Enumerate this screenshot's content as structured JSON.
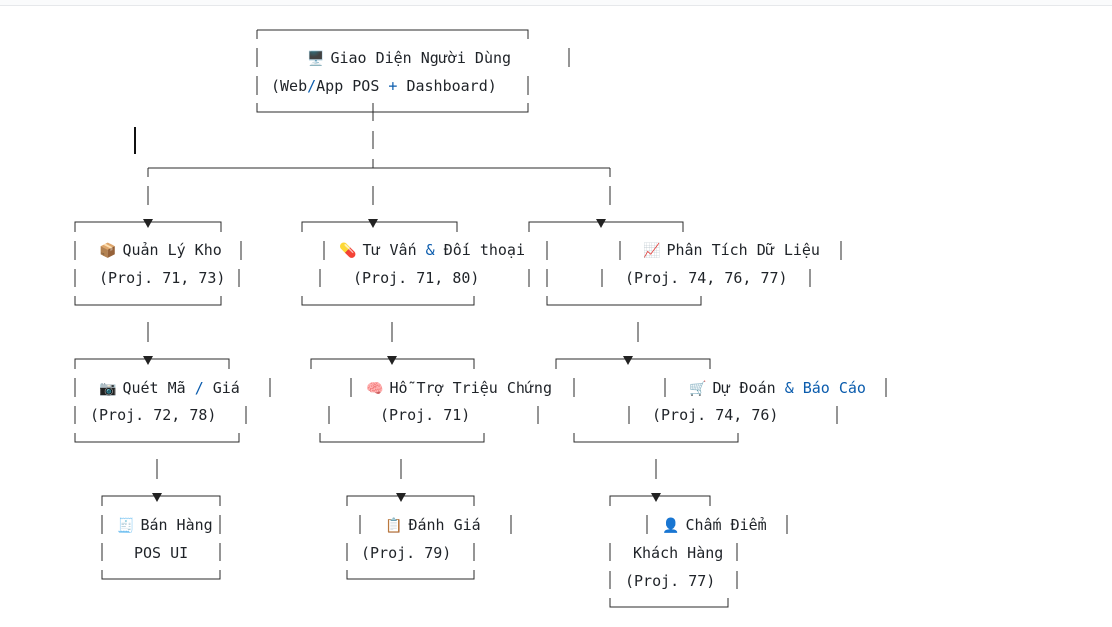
{
  "root": {
    "icon": "🖥️",
    "icon_name": "desktop-computer-icon",
    "title": "Giao Diện Người Dùng",
    "subtitle_a": "(Web",
    "subtitle_sep1": "/",
    "subtitle_b": "App POS ",
    "subtitle_sep2": "+",
    "subtitle_c": " Dashboard)"
  },
  "level1": [
    {
      "icon": "📦",
      "icon_name": "package-icon",
      "title": "Quản Lý Kho",
      "meta": "(Proj. 71, 73)"
    },
    {
      "icon": "💊",
      "icon_name": "pill-icon",
      "title_a": "Tư Vấn ",
      "title_amp": "&",
      "title_b": " Đối thoại",
      "meta": "(Proj. 71, 80)"
    },
    {
      "icon": "📈",
      "icon_name": "chart-increasing-icon",
      "title": "Phân Tích Dữ Liệu",
      "meta": "(Proj. 74, 76, 77)"
    }
  ],
  "level2": [
    {
      "icon": "📷",
      "icon_name": "camera-icon",
      "title_a": "Quét Mã ",
      "title_amp": "/",
      "title_b": " Giá",
      "meta": "(Proj. 72, 78)"
    },
    {
      "icon": "🧠",
      "icon_name": "brain-icon",
      "title": "Hỗ Trợ Triệu Chứng",
      "meta": "(Proj. 71)"
    },
    {
      "icon": "🛒",
      "icon_name": "shopping-cart-icon",
      "title_a": "Dự Đoán ",
      "title_amp": "&",
      "title_b": " Báo Cáo",
      "meta": "(Proj. 74, 76)"
    }
  ],
  "level3": [
    {
      "icon": "🧾",
      "icon_name": "receipt-icon",
      "title": "Bán Hàng",
      "meta": "POS UI"
    },
    {
      "icon": "📋",
      "icon_name": "clipboard-icon",
      "title": "Đánh Giá",
      "meta": "(Proj. 79)"
    },
    {
      "icon": "👤",
      "icon_name": "person-icon",
      "title": "Chấm Điểm",
      "line2": "Khách Hàng",
      "meta": "(Proj. 77)"
    }
  ]
}
